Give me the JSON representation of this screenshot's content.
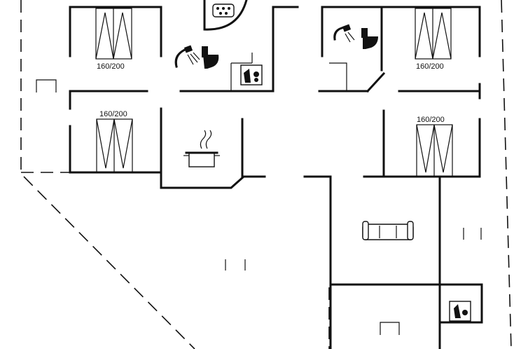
{
  "floorplan": {
    "rooms": {
      "bedroom_top_left": {
        "bed_label": "160/200"
      },
      "bedroom_bottom_left": {
        "bed_label": "160/200"
      },
      "bedroom_top_right": {
        "bed_label": "160/200"
      },
      "bedroom_bottom_right": {
        "bed_label": "160/200"
      }
    },
    "icons": {
      "kitchen": "cooking-pot-icon",
      "bathroom": "toilet-icon",
      "shower": "shower-icon",
      "laundry": "washing-machine-icon",
      "living": "sofa-icon",
      "whirlpool": "whirlpool-tub-icon"
    }
  }
}
